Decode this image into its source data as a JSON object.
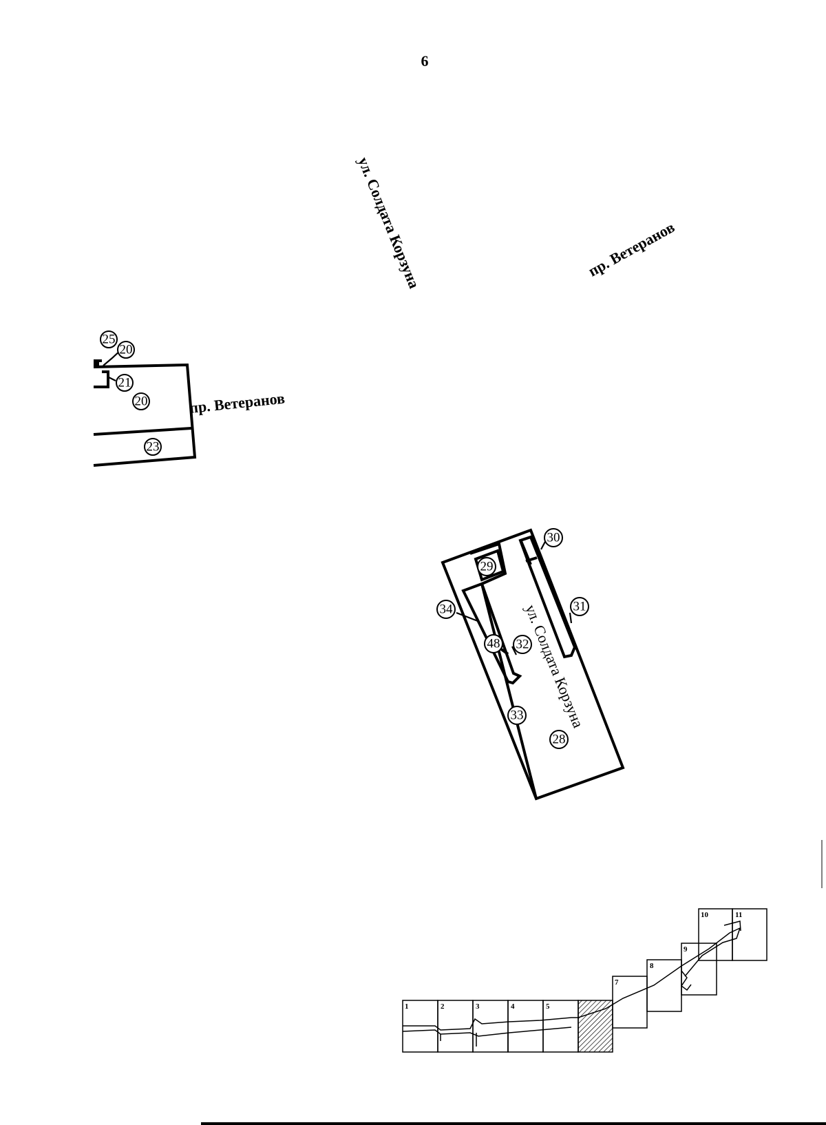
{
  "page": {
    "number": "6"
  },
  "streets": {
    "soldier_korzun_top": "ул. Солдата Корзуна",
    "veteranov_top": "пр. Ветеранов",
    "veteranov_left": "пр. Ветеранов",
    "soldier_korzun_block": "ул. Солдата Корзуна"
  },
  "parcels": {
    "p25": "25",
    "p20a": "20",
    "p21": "21",
    "p20b": "20",
    "p23": "23",
    "p30": "30",
    "p29": "29",
    "p31": "31",
    "p34": "34",
    "p48": "48",
    "p32": "32",
    "p33": "33",
    "p28": "28"
  },
  "index_map": {
    "sheets": [
      "1",
      "2",
      "3",
      "4",
      "5",
      "7",
      "8",
      "9",
      "10",
      "11"
    ],
    "current_sheet_fill": "hatched"
  }
}
